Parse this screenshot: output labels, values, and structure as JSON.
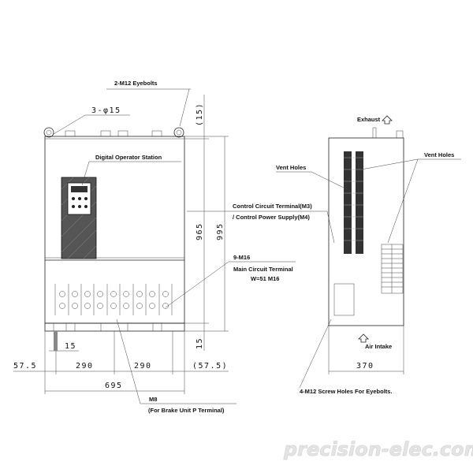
{
  "front_view": {
    "eyebolts_label": "2-M12 Eyebolts",
    "holes_label": "3-φ15",
    "operator_label": "Digital Operator Station",
    "control_terminal_label": "Control Circuit Terminal(M3)",
    "control_power_label": "/ Control Power Supply(M4)",
    "main_terminal_count": "9-M16",
    "main_terminal_label": "Main Circuit Terminal",
    "main_terminal_width": "W=51 M16",
    "brake_bolt": "M8",
    "brake_label": "(For Brake Unit P Terminal)",
    "dims": {
      "top_clearance": "(15)",
      "height_inner": "965",
      "height_total": "995",
      "bottom_foot": "15",
      "hole_width": "15",
      "left_offset": "57.5",
      "pitch_1": "290",
      "pitch_2": "290",
      "right_offset": "(57.5)",
      "width_total": "695"
    }
  },
  "side_view": {
    "exhaust_label": "Exhaust",
    "vent_holes_left": "Vent Holes",
    "vent_holes_right": "Vent Holes",
    "air_intake_label": "Air Intake",
    "depth": "370",
    "screw_holes_label": "4-M12 Screw Holes For Eyebolts."
  },
  "watermark": "precision-elec.com"
}
